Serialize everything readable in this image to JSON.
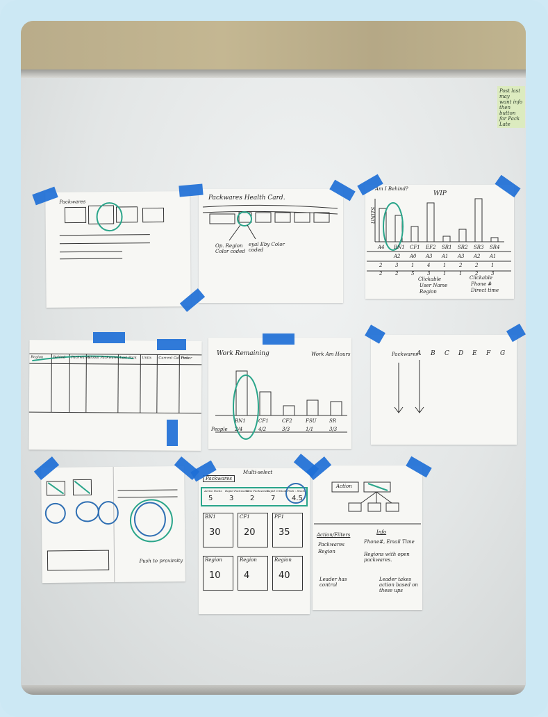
{
  "postit": {
    "text": "Post last may want info then button for Pack Late"
  },
  "sketch_tl": {
    "label": "Packwares"
  },
  "sketch_health": {
    "title": "Packwares Health Card.",
    "note1": "Op. Region Color coded",
    "note2": "eyal Eby Color coded"
  },
  "sketch_wip": {
    "question": "Am I Behind?",
    "title": "WIP",
    "units_label": "UNITS",
    "columns": [
      "A4",
      "BN1",
      "CF1",
      "EF2",
      "SR1",
      "SR2",
      "SR3",
      "SR4"
    ],
    "row_values": [
      "A2",
      "A0",
      "A3",
      "A1",
      "A3",
      "A2",
      "A1"
    ],
    "row1": [
      "2",
      "3",
      "1",
      "4",
      "1",
      "2",
      "2",
      "1"
    ],
    "row2": [
      "2",
      "2",
      "5",
      "3",
      "1",
      "1",
      "2",
      "3"
    ],
    "clickable1": "Clickable",
    "clickable1_items": [
      "User Name",
      "Region"
    ],
    "clickable2": "Clickable",
    "clickable2_items": [
      "Phone #",
      "Direct time"
    ]
  },
  "sketch_table": {
    "headers": [
      "Region",
      "Behind",
      "Packwares",
      "Global Packwares",
      "Last Pack",
      "Units",
      "Current Cal Time",
      "Picker"
    ]
  },
  "sketch_work": {
    "title": "Work Remaining",
    "legend": "Work Am  Hours",
    "categories": [
      "BN1",
      "CF1",
      "CF2",
      "FSU",
      "SR"
    ],
    "values_text": [
      "2/4",
      "4/2",
      "3/3",
      "1/1",
      "3/3"
    ],
    "row_label": "People"
  },
  "sketch_arrows": {
    "label": "Packwares",
    "letters": [
      "A",
      "B",
      "C",
      "D",
      "E",
      "F",
      "G"
    ]
  },
  "sketch_left": {
    "note": "Push to proximity"
  },
  "sketch_grid": {
    "dropdown": "Packwares",
    "header_tag": "Multi-select",
    "tiles": [
      {
        "label": "Active Packs",
        "value": "5"
      },
      {
        "label": "Rapid Packwares",
        "value": "3"
      },
      {
        "label": "New Packwares",
        "value": "2"
      },
      {
        "label": "Rapid Critical",
        "value": "7"
      },
      {
        "label": "Pack : Stock",
        "value": "4.5"
      }
    ],
    "cards": [
      {
        "label": "BN1",
        "value": "30"
      },
      {
        "label": "CF1",
        "value": "20"
      },
      {
        "label": "PF1",
        "value": "35"
      },
      {
        "label": "Region",
        "value": "10"
      },
      {
        "label": "Region",
        "value": "4"
      },
      {
        "label": "Region",
        "value": "40"
      }
    ]
  },
  "sketch_flow": {
    "action": "Action",
    "info_col_title": "Info",
    "action_col_title": "Action/Filters",
    "action_items": [
      "Packwares",
      "Region"
    ],
    "action_note": "Leader has control",
    "info_items": [
      "Phone#, Email Time",
      "Regions with open packwares."
    ],
    "info_note": "Leader takes action based on these ups"
  },
  "colors": {
    "tape": "#1e6fd6",
    "highlight_green": "#2aa58a",
    "highlight_blue": "#2f6fb3",
    "frame": "#cce8f4"
  }
}
